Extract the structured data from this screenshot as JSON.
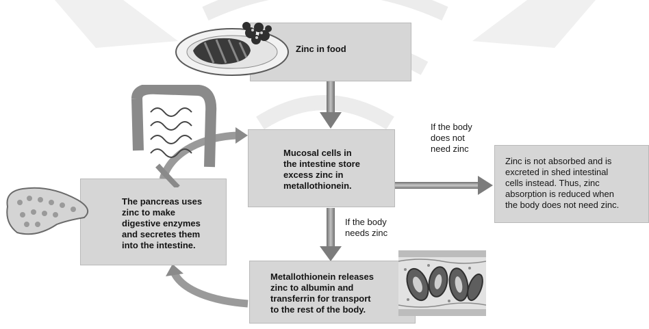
{
  "boxes": {
    "food": "Zinc in food",
    "mucosal": "Mucosal cells in\nthe intestine store\nexcess zinc in\nmetallothionein.",
    "excreted": "Zinc is not absorbed and is\nexcreted in shed intestinal\ncells instead. Thus, zinc\nabsorption is reduced when\nthe body does not need zinc.",
    "pancreas": "The pancreas uses\nzinc to make\ndigestive enzymes\nand secretes them\ninto the intestine.",
    "release": "Metallothionein releases\nzinc to albumin and\ntransferrin for transport\nto the rest of the body."
  },
  "labels": {
    "not_need": "If the body\ndoes not\nneed zinc",
    "needs": "If the body\nneeds zinc"
  },
  "icons": {
    "food": "plate-of-food-icon",
    "intestine": "intestine-icon",
    "pancreas": "pancreas-icon",
    "blood": "blood-vessel-icon"
  },
  "colors": {
    "box_fill": "#d6d6d6",
    "arrow": "#9a9a9a"
  }
}
